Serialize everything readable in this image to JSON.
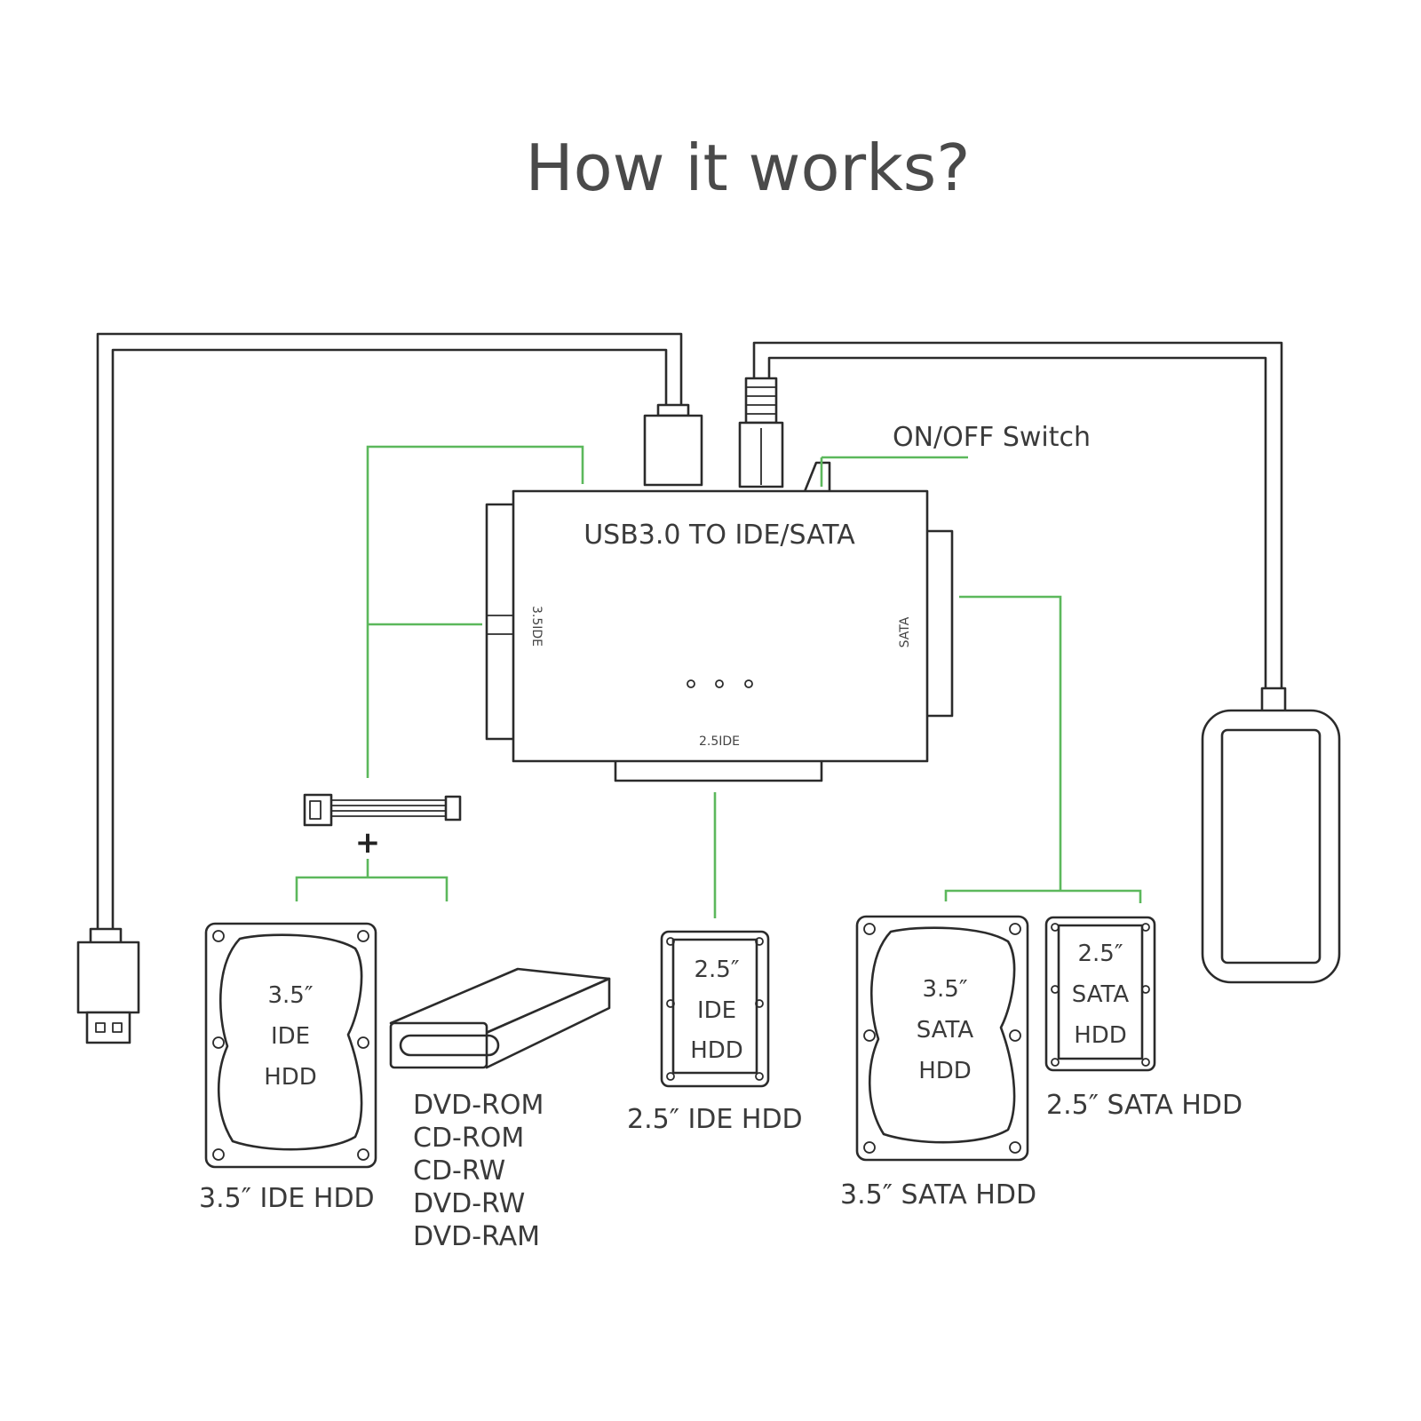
{
  "title": "How it works?",
  "adapter": {
    "label": "USB3.0 TO IDE/SATA",
    "port_35ide": "3.5IDE",
    "port_sata": "SATA",
    "port_25ide": "2.5IDE"
  },
  "switch_label": "ON/OFF Switch",
  "devices": {
    "ide35": {
      "line1": "3.5″",
      "line2": "IDE",
      "line3": "HDD",
      "caption": "3.5″  IDE HDD"
    },
    "optical": {
      "captions": [
        "DVD-ROM",
        "CD-ROM",
        "CD-RW",
        "DVD-RW",
        "DVD-RAM"
      ]
    },
    "ide25": {
      "line1": "2.5″",
      "line2": "IDE",
      "line3": "HDD",
      "caption": "2.5″  IDE HDD"
    },
    "sata35": {
      "line1": "3.5″",
      "line2": "SATA",
      "line3": "HDD",
      "caption": "3.5″  SATA HDD"
    },
    "sata25": {
      "line1": "2.5″",
      "line2": "SATA",
      "line3": "HDD",
      "caption": "2.5″  SATA HDD"
    }
  },
  "plus_sign": "+",
  "colors": {
    "connector_line": "#5cb85c",
    "ink": "#2b2b2b",
    "title": "#4a4a4a"
  },
  "icons": [
    "usb-plug-icon",
    "power-adapter-icon",
    "dc-plug-icon",
    "molex-cable-icon",
    "hdd-icon",
    "optical-drive-icon",
    "led-icon"
  ]
}
